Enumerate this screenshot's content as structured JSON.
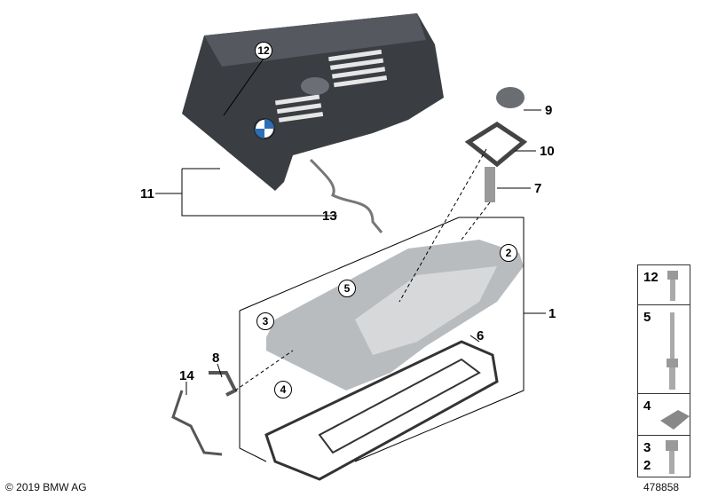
{
  "callouts": {
    "c1": "1",
    "c2": "2",
    "c3": "3",
    "c4": "4",
    "c5": "5",
    "c6": "6",
    "c7": "7",
    "c8": "8",
    "c9": "9",
    "c10": "10",
    "c11": "11",
    "c12": "12",
    "c13": "13",
    "c14": "14"
  },
  "legend_panel": [
    {
      "labels": [
        "12"
      ]
    },
    {
      "labels": [
        "5"
      ]
    },
    {
      "labels": [
        "4"
      ]
    },
    {
      "labels": [
        "3",
        "2"
      ]
    }
  ],
  "footer": {
    "copyright": "© 2019 BMW AG",
    "diagram_number": "478858"
  },
  "colors": {
    "cover": "#3a3d42",
    "valve_cover": "#b9bcbf",
    "line": "#000000"
  }
}
